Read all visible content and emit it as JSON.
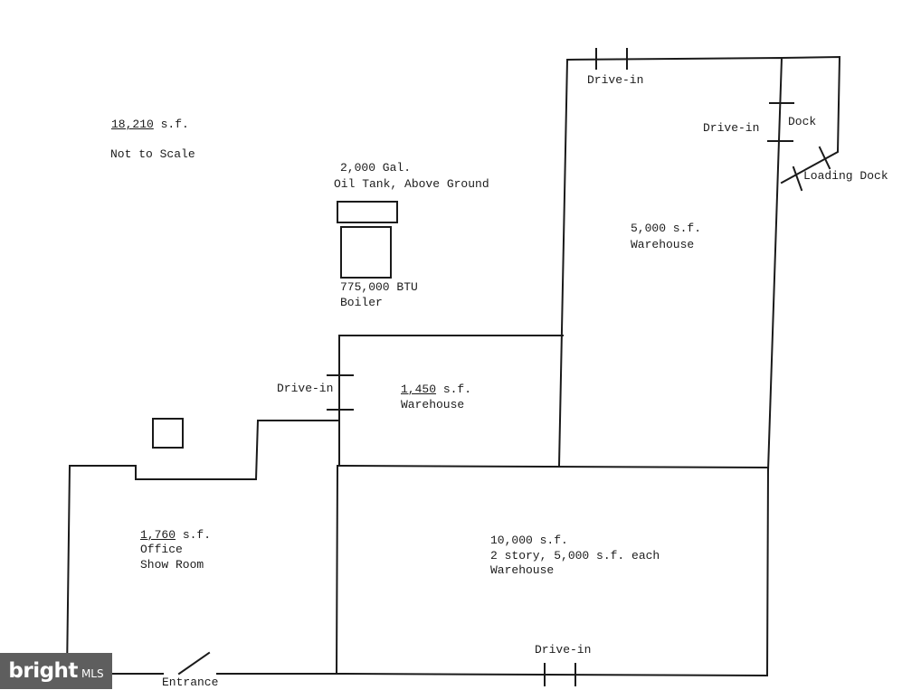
{
  "summary": {
    "total_area": "18,210",
    "total_area_unit": " s.f.",
    "scale_note": "Not to Scale"
  },
  "equipment": {
    "tank_line1": "2,000 Gal.",
    "tank_line2": "Oil Tank, Above Ground",
    "boiler_line1": "775,000 BTU",
    "boiler_line2": "Boiler"
  },
  "rooms": {
    "warehouse_north": {
      "area": "5,000 s.f.",
      "name": "Warehouse"
    },
    "warehouse_middle": {
      "area": "1,450",
      "unit": " s.f.",
      "name": "Warehouse"
    },
    "warehouse_main": {
      "area": "10,000 s.f.",
      "detail": "2 story, 5,000 s.f. each",
      "name": "Warehouse"
    },
    "office": {
      "area": "1,760",
      "unit": " s.f.",
      "name1": "Office",
      "name2": "Show Room"
    }
  },
  "openings": {
    "drive_in_top": "Drive-in",
    "drive_in_right": "Drive-in",
    "dock": "Dock",
    "loading_dock": "Loading Dock",
    "drive_in_left": "Drive-in",
    "drive_in_bottom": "Drive-in",
    "entrance": "Entrance"
  },
  "watermark": {
    "brand": "bright",
    "suffix": "MLS"
  }
}
